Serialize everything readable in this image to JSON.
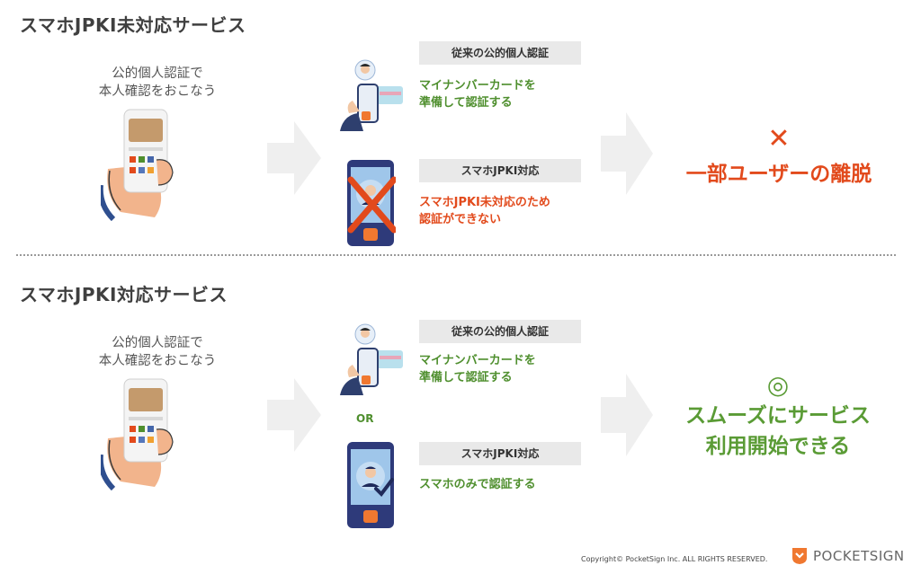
{
  "top": {
    "title": "スマホJPKI未対応サービス",
    "caption_line1": "公的個人認証で",
    "caption_line2": "本人確認をおこなう",
    "method1_label": "従来の公的個人認証",
    "method1_line1": "マイナンバーカードを",
    "method1_line2": "準備して認証する",
    "method2_label": "スマホJPKI対応",
    "method2_line1": "スマホJPKI未対応のため",
    "method2_line2": "認証ができない",
    "result_mark": "✕",
    "result_text": "一部ユーザーの離脱"
  },
  "bottom": {
    "title": "スマホJPKI対応サービス",
    "caption_line1": "公的個人認証で",
    "caption_line2": "本人確認をおこなう",
    "method1_label": "従来の公的個人認証",
    "method1_line1": "マイナンバーカードを",
    "method1_line2": "準備して認証する",
    "or_text": "OR",
    "method2_label": "スマホJPKI対応",
    "method2_line1": "スマホのみで認証する",
    "result_mark": "◎",
    "result_line1": "スムーズにサービス",
    "result_line2": "利用開始できる"
  },
  "footer": {
    "copyright": "Copyright© PocketSign Inc. ALL RIGHTS RESERVED.",
    "brand": "POCKETSIGN"
  },
  "colors": {
    "red": "#e24a1c",
    "green": "#4f8f2e",
    "label_bg": "#e9e9e9",
    "arrow": "#efefef"
  }
}
